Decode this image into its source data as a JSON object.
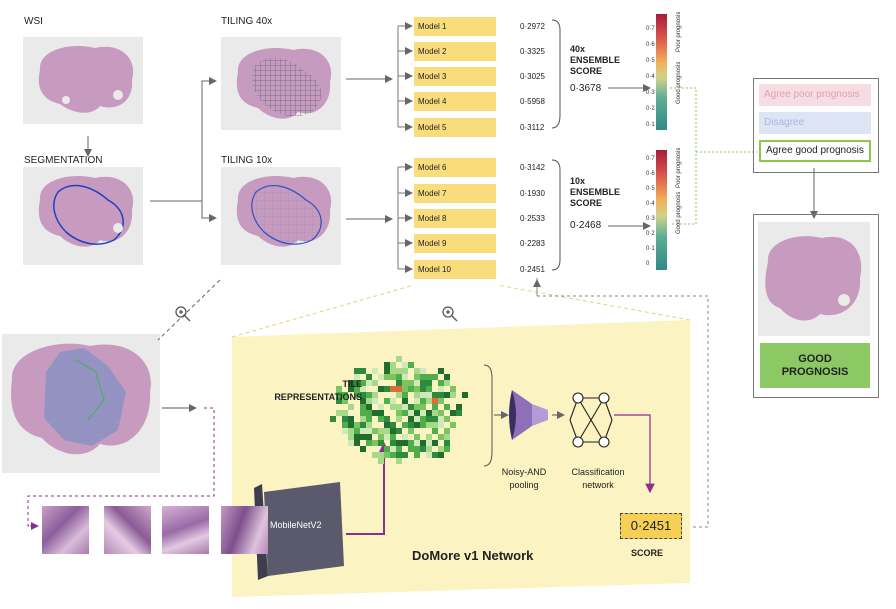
{
  "pipeline": {
    "wsi_label": "WSI",
    "segmentation_label": "SEGMENTATION",
    "tiling40_label": "TILING 40x",
    "tiling10_label": "TILING 10x"
  },
  "models_40x": [
    {
      "name": "Model 1",
      "score": "0·2972"
    },
    {
      "name": "Model 2",
      "score": "0·3325"
    },
    {
      "name": "Model 3",
      "score": "0·3025"
    },
    {
      "name": "Model 4",
      "score": "0·5958"
    },
    {
      "name": "Model 5",
      "score": "0·3112"
    }
  ],
  "models_10x": [
    {
      "name": "Model 6",
      "score": "0·3142"
    },
    {
      "name": "Model 7",
      "score": "0·1930"
    },
    {
      "name": "Model 8",
      "score": "0·2533"
    },
    {
      "name": "Model 9",
      "score": "0·2283"
    },
    {
      "name": "Model 10",
      "score": "0·2451"
    }
  ],
  "ensemble_40x": {
    "line1": "40x",
    "line2": "ENSEMBLE",
    "line3": "SCORE",
    "value": "0·3678"
  },
  "ensemble_10x": {
    "line1": "10x",
    "line2": "ENSEMBLE",
    "line3": "SCORE",
    "value": "0·2468"
  },
  "colorbar": {
    "ticks_top": [
      "0·7",
      "0·6",
      "0·5",
      "0·4",
      "0·3",
      "0·2",
      "0·1"
    ],
    "ticks_bottom": [
      "0·7",
      "0·6",
      "0·5",
      "0·4",
      "0·3",
      "0·2",
      "0·1",
      "0"
    ],
    "poor_label": "Poor prognosis",
    "good_label": "Good prognosis",
    "colors": [
      "#a31f3c",
      "#d9524a",
      "#f1b25a",
      "#cfd28a",
      "#5fae96",
      "#2f8a85"
    ]
  },
  "legend": {
    "agree_poor": "Agree poor prognosis",
    "disagree": "Disagree",
    "agree_good": "Agree good prognosis",
    "colors": {
      "poor_bg": "#f5dde3",
      "poor_text": "#e5a0b0",
      "disagree_bg": "#dde4f4",
      "disagree_text": "#a8b8e0",
      "good_border": "#8cc84b"
    }
  },
  "result": {
    "label": "GOOD PROGNOSIS",
    "color": "#8cc864"
  },
  "network": {
    "tile_representations": "TILE\nREPRESENTATIONS",
    "pooling": "Noisy-AND\npooling",
    "classification": "Classification\nnetwork",
    "mobilenet": "MobileNetV2",
    "title": "DoMore v1 Network",
    "score_value": "0·2451",
    "score_label": "SCORE",
    "panel_color": "#fbf3c2",
    "arrow_color": "#8b2f8b"
  }
}
